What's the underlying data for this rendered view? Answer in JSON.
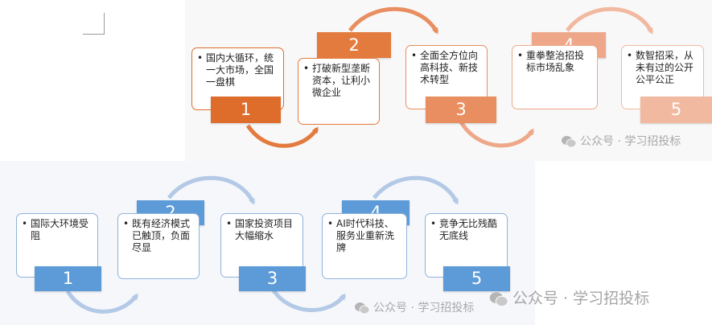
{
  "colors": {
    "orange1": "#de6d2c",
    "orange2": "#e37a3e",
    "orange3": "#e88e60",
    "orange4": "#eea889",
    "orange5": "#f2b9a1",
    "blue_box": "#5c9bd7",
    "blue_arrow": "#b3c9e6",
    "blue_border": "#8fb2dc"
  },
  "top_flow": {
    "steps": [
      {
        "number": "1",
        "text": "国内大循环，统一大市场，全国一盘棋"
      },
      {
        "number": "2",
        "text": "打破新型垄断资本，让利小微企业"
      },
      {
        "number": "3",
        "text": "全面全方位向高科技、新技术转型"
      },
      {
        "number": "4",
        "text": "重拳整治招投标市场乱象"
      },
      {
        "number": "5",
        "text": "数智招采，从未有过的公开公平公正"
      }
    ]
  },
  "bottom_flow": {
    "steps": [
      {
        "number": "1",
        "text": "国际大环境受阻"
      },
      {
        "number": "2",
        "text": "既有经济模式已触顶，负面尽显"
      },
      {
        "number": "3",
        "text": "国家投资项目大幅缩水"
      },
      {
        "number": "4",
        "text": "AI时代科技、服务业重新洗牌"
      },
      {
        "number": "5",
        "text": "竞争无比残酷无底线"
      }
    ]
  },
  "watermark": {
    "text": "公众号 · 学习招投标",
    "icon": "wechat-icon"
  }
}
